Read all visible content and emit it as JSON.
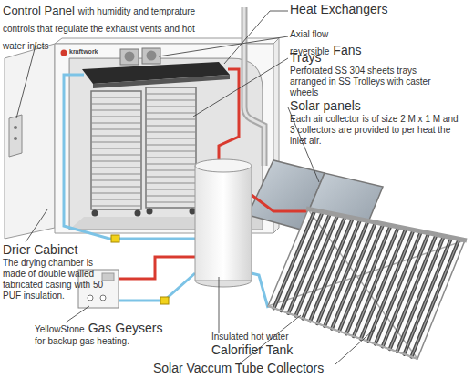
{
  "diagram": {
    "labels": [
      "Control Panel",
      "with humidity and temprature controls that regulate the exhaust vents and hot water inlets",
      "Heat Exchangers",
      "Axial flow reversible",
      "Fans",
      "Trays",
      "Perforated SS 304 sheets trays arranged in SS Trolleys with caster wheels",
      "Solar panels",
      "Each air collector is of size 2 M x 1 M and 3 collectors are provided to per heat the inlet air.",
      "kraftwork",
      "Drier Cabinet",
      "The drying chamber is made of double walled fabricated casing with 50 PUF insulation.",
      "YellowStone",
      "Gas Geysers",
      "for backup gas heating.",
      "Insulated hot water",
      "Calorifier Tank",
      "Solar Vaccum Tube Collectors"
    ]
  }
}
